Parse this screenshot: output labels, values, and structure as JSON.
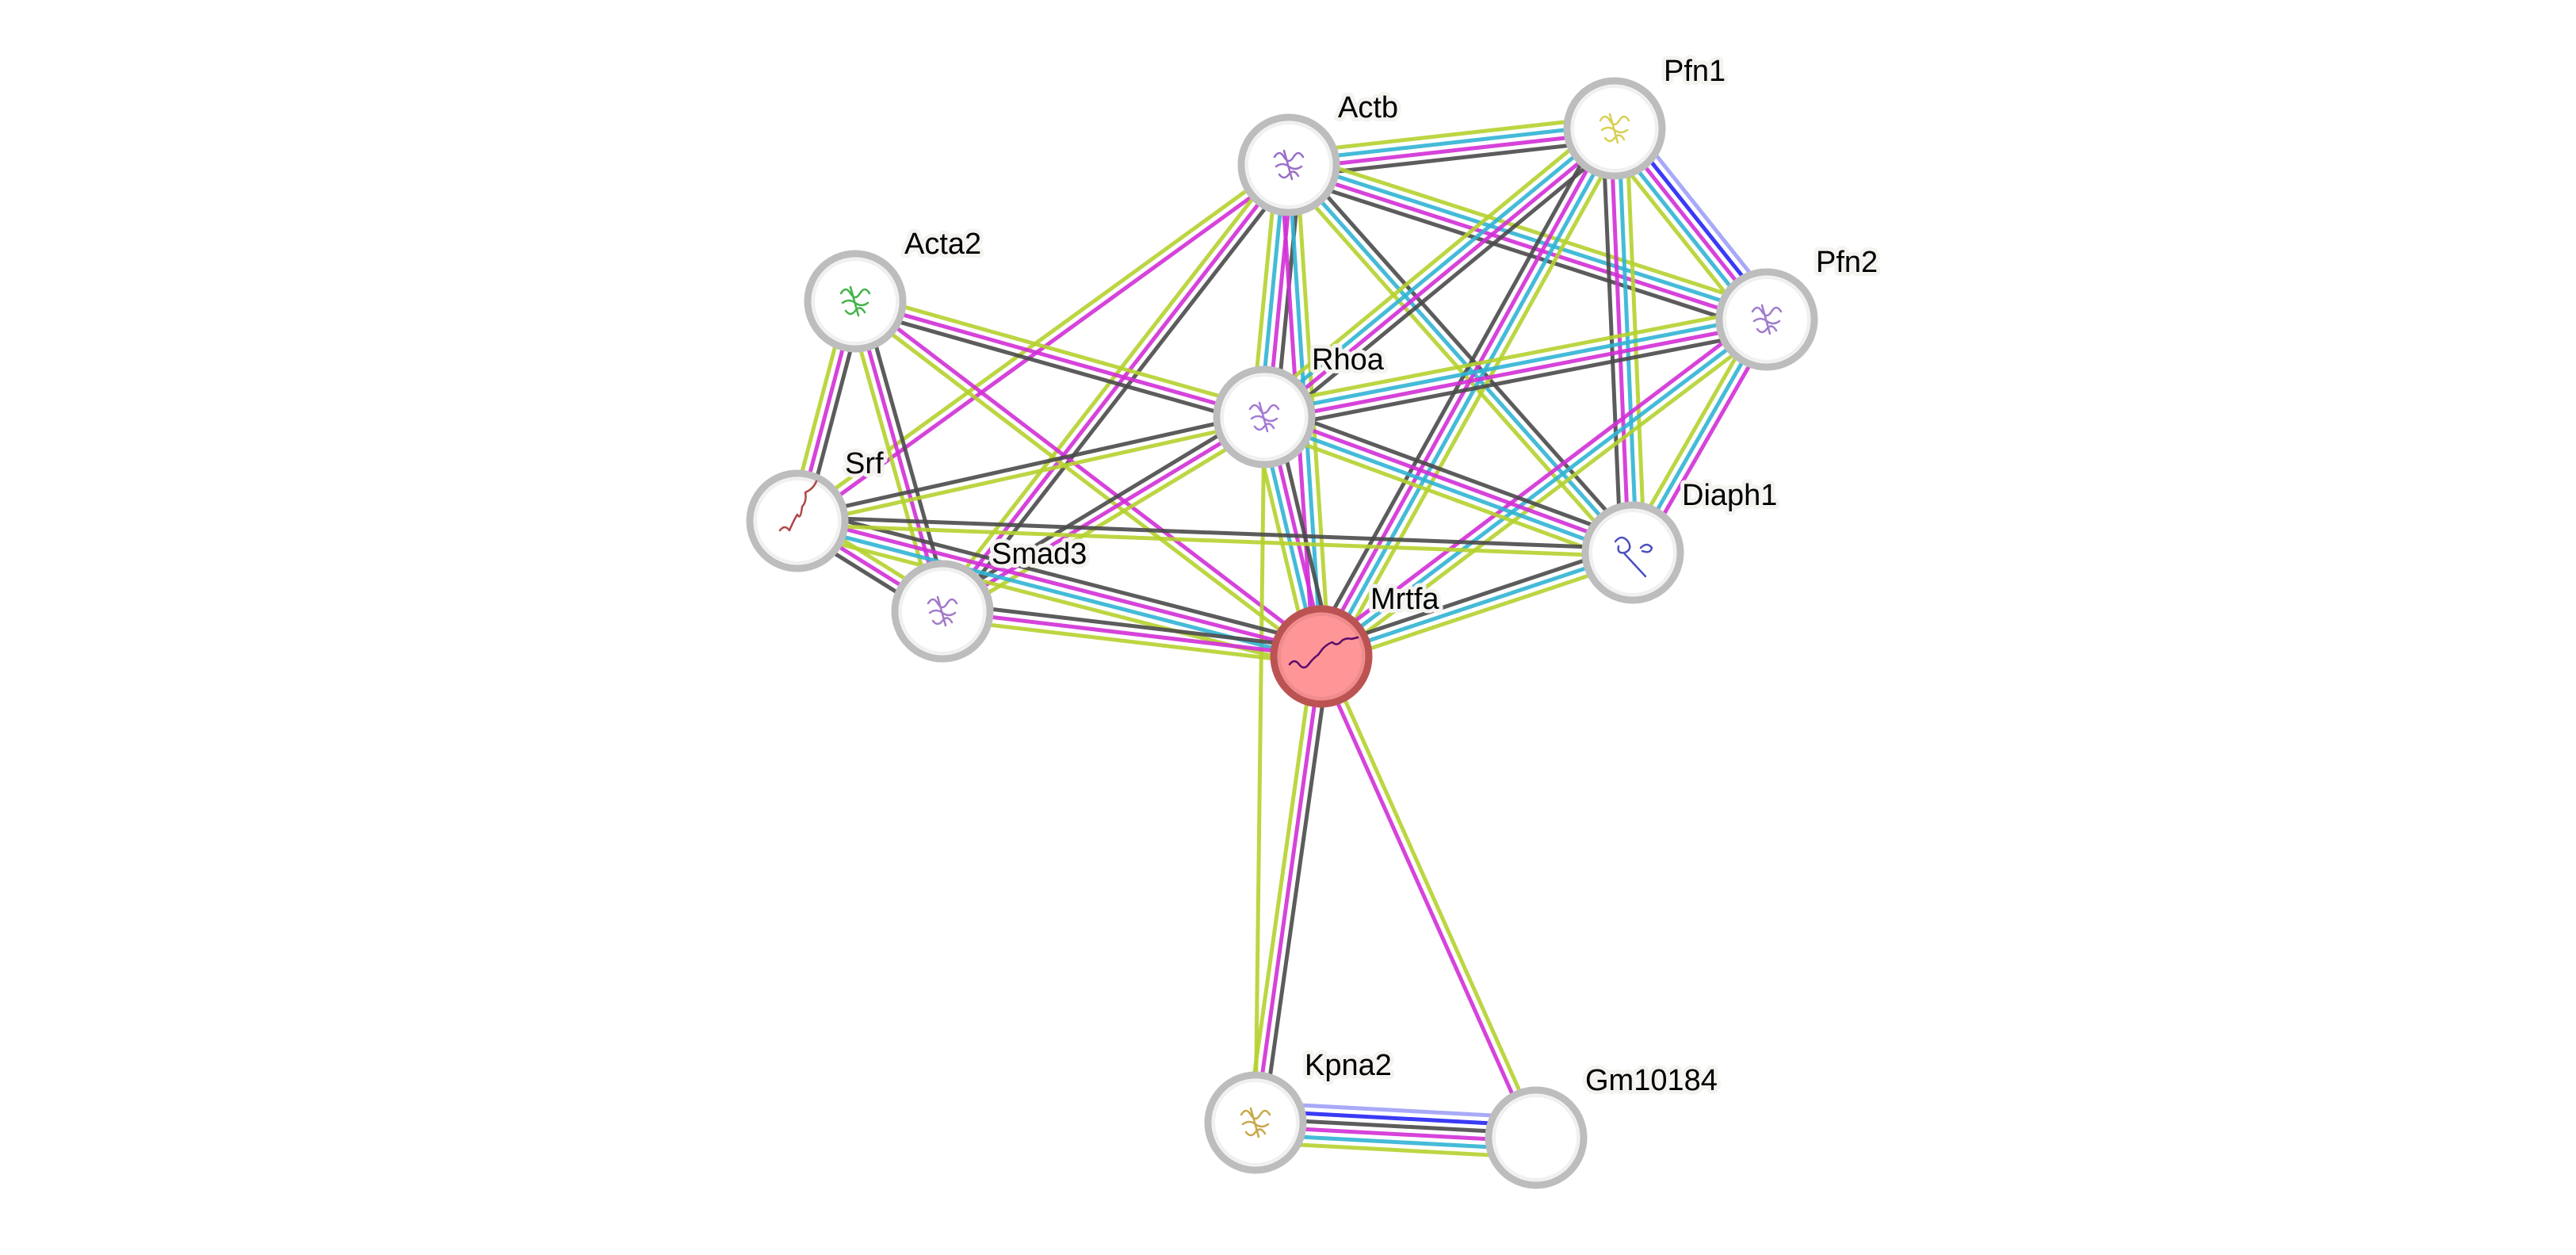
{
  "network": {
    "query_protein": "Mrtfa",
    "evidence_colors": {
      "known_curated": "#31b4d4",
      "known_experimental": "#d22fd6",
      "predicted_coexpression": "#4a4a4a",
      "textmining": "#b5d22f",
      "gene_fusion": "#2525f5",
      "cooccurrence": "#a0a0f8"
    },
    "node_colors": {
      "default_fill": "#ffffff",
      "default_ring": "#bdbdbd",
      "query_fill": "#fe9597",
      "query_ring": "#bc5353"
    },
    "nodes": [
      {
        "id": "Actb",
        "label": "Actb",
        "structure_color": "#9a6fc8",
        "query": false
      },
      {
        "id": "Pfn1",
        "label": "Pfn1",
        "structure_color": "#d9cf55",
        "query": false
      },
      {
        "id": "Pfn2",
        "label": "Pfn2",
        "structure_color": "#a07ccc",
        "query": false
      },
      {
        "id": "Acta2",
        "label": "Acta2",
        "structure_color": "#44b34a",
        "query": false
      },
      {
        "id": "Rhoa",
        "label": "Rhoa",
        "structure_color": "#a47ad6",
        "query": false
      },
      {
        "id": "Srf",
        "label": "Srf",
        "structure_color": "#b04848",
        "query": false
      },
      {
        "id": "Smad3",
        "label": "Smad3",
        "structure_color": "#a27ac8",
        "query": false
      },
      {
        "id": "Diaph1",
        "label": "Diaph1",
        "structure_color": "#4a4fbf",
        "query": false
      },
      {
        "id": "Mrtfa",
        "label": "Mrtfa",
        "structure_color": "#5a0a6a",
        "query": true
      },
      {
        "id": "Kpna2",
        "label": "Kpna2",
        "structure_color": "#c9a84a",
        "query": false
      },
      {
        "id": "Gm10184",
        "label": "Gm10184",
        "structure_color": "",
        "query": false
      }
    ],
    "edges": [
      {
        "source": "Actb",
        "target": "Pfn1",
        "evidence": [
          "textmining",
          "known_curated",
          "known_experimental",
          "predicted_coexpression"
        ]
      },
      {
        "source": "Actb",
        "target": "Pfn2",
        "evidence": [
          "textmining",
          "known_curated",
          "known_experimental",
          "predicted_coexpression"
        ]
      },
      {
        "source": "Actb",
        "target": "Rhoa",
        "evidence": [
          "predicted_coexpression",
          "known_experimental",
          "known_curated",
          "textmining"
        ]
      },
      {
        "source": "Actb",
        "target": "Mrtfa",
        "evidence": [
          "textmining",
          "known_curated",
          "known_experimental"
        ]
      },
      {
        "source": "Actb",
        "target": "Diaph1",
        "evidence": [
          "predicted_coexpression",
          "known_curated",
          "textmining"
        ]
      },
      {
        "source": "Actb",
        "target": "Srf",
        "evidence": [
          "known_experimental",
          "textmining"
        ]
      },
      {
        "source": "Actb",
        "target": "Smad3",
        "evidence": [
          "predicted_coexpression",
          "known_experimental",
          "textmining"
        ]
      },
      {
        "source": "Pfn1",
        "target": "Pfn2",
        "evidence": [
          "cooccurrence",
          "gene_fusion",
          "known_experimental",
          "known_curated",
          "textmining"
        ]
      },
      {
        "source": "Pfn1",
        "target": "Rhoa",
        "evidence": [
          "predicted_coexpression",
          "known_experimental",
          "known_curated",
          "textmining"
        ]
      },
      {
        "source": "Pfn1",
        "target": "Mrtfa",
        "evidence": [
          "textmining",
          "known_curated",
          "known_experimental",
          "predicted_coexpression"
        ]
      },
      {
        "source": "Pfn1",
        "target": "Diaph1",
        "evidence": [
          "textmining",
          "known_curated",
          "known_experimental",
          "predicted_coexpression"
        ]
      },
      {
        "source": "Pfn2",
        "target": "Rhoa",
        "evidence": [
          "predicted_coexpression",
          "known_experimental",
          "known_curated",
          "textmining"
        ]
      },
      {
        "source": "Pfn2",
        "target": "Mrtfa",
        "evidence": [
          "textmining",
          "known_curated",
          "known_experimental"
        ]
      },
      {
        "source": "Pfn2",
        "target": "Diaph1",
        "evidence": [
          "known_experimental",
          "known_curated",
          "textmining"
        ]
      },
      {
        "source": "Acta2",
        "target": "Rhoa",
        "evidence": [
          "textmining",
          "known_experimental",
          "predicted_coexpression"
        ]
      },
      {
        "source": "Acta2",
        "target": "Srf",
        "evidence": [
          "predicted_coexpression",
          "known_experimental",
          "textmining"
        ]
      },
      {
        "source": "Acta2",
        "target": "Smad3",
        "evidence": [
          "predicted_coexpression",
          "known_experimental",
          "textmining"
        ]
      },
      {
        "source": "Acta2",
        "target": "Mrtfa",
        "evidence": [
          "known_experimental",
          "textmining"
        ]
      },
      {
        "source": "Rhoa",
        "target": "Srf",
        "evidence": [
          "textmining",
          "predicted_coexpression"
        ]
      },
      {
        "source": "Rhoa",
        "target": "Smad3",
        "evidence": [
          "textmining",
          "known_experimental",
          "predicted_coexpression"
        ]
      },
      {
        "source": "Rhoa",
        "target": "Mrtfa",
        "evidence": [
          "predicted_coexpression",
          "known_experimental",
          "known_curated",
          "textmining"
        ]
      },
      {
        "source": "Rhoa",
        "target": "Diaph1",
        "evidence": [
          "predicted_coexpression",
          "known_experimental",
          "known_curated",
          "textmining"
        ]
      },
      {
        "source": "Rhoa",
        "target": "Kpna2",
        "evidence": [
          "textmining"
        ]
      },
      {
        "source": "Srf",
        "target": "Smad3",
        "evidence": [
          "textmining",
          "known_experimental",
          "predicted_coexpression"
        ]
      },
      {
        "source": "Srf",
        "target": "Mrtfa",
        "evidence": [
          "predicted_coexpression",
          "known_experimental",
          "known_curated",
          "textmining"
        ]
      },
      {
        "source": "Srf",
        "target": "Diaph1",
        "evidence": [
          "predicted_coexpression",
          "textmining"
        ]
      },
      {
        "source": "Smad3",
        "target": "Mrtfa",
        "evidence": [
          "predicted_coexpression",
          "known_experimental",
          "textmining"
        ]
      },
      {
        "source": "Diaph1",
        "target": "Mrtfa",
        "evidence": [
          "textmining",
          "known_curated",
          "predicted_coexpression"
        ]
      },
      {
        "source": "Mrtfa",
        "target": "Kpna2",
        "evidence": [
          "predicted_coexpression",
          "known_experimental",
          "textmining"
        ]
      },
      {
        "source": "Mrtfa",
        "target": "Gm10184",
        "evidence": [
          "textmining",
          "known_experimental"
        ]
      },
      {
        "source": "Kpna2",
        "target": "Gm10184",
        "evidence": [
          "cooccurrence",
          "gene_fusion",
          "predicted_coexpression",
          "known_experimental",
          "known_curated",
          "textmining"
        ]
      }
    ]
  }
}
